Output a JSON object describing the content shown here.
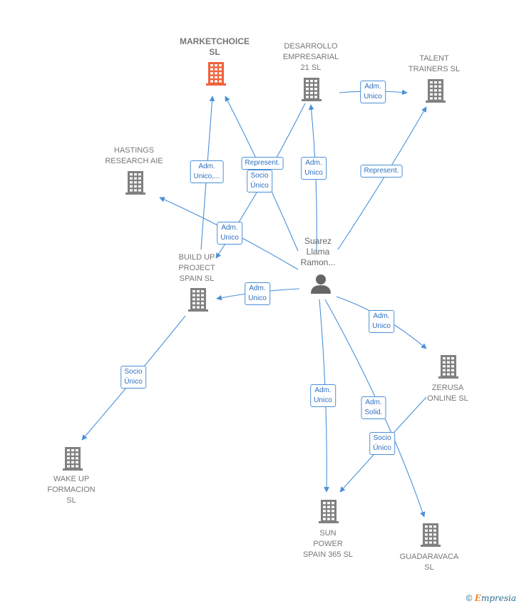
{
  "nodes": {
    "marketchoice": {
      "label": "MARKETCHOICE\nSL",
      "color": "#f0623a"
    },
    "desarrollo": {
      "label": "DESARROLLO\nEMPRESARIAL\n21 SL",
      "color": "#808080"
    },
    "talent": {
      "label": "TALENT\nTRAINERS SL",
      "color": "#808080"
    },
    "hastings": {
      "label": "HASTINGS\nRESEARCH AIE",
      "color": "#808080"
    },
    "buildup": {
      "label": "BUILD UP\nPROJECT\nSPAIN  SL",
      "color": "#808080"
    },
    "wakeup": {
      "label": "WAKE UP\nFORMACION\nSL",
      "color": "#808080"
    },
    "zerusa": {
      "label": "ZERUSA\nONLINE  SL",
      "color": "#808080"
    },
    "sunpower": {
      "label": "SUN\nPOWER\nSPAIN 365  SL",
      "color": "#808080"
    },
    "guadaravaca": {
      "label": "GUADARAVACA\nSL",
      "color": "#808080"
    },
    "person": {
      "label": "Suarez\nLlama\nRamon..."
    }
  },
  "edge_labels": {
    "adm_unico_mc": "Adm.\nUnico,...",
    "represent_mc": "Represent.",
    "socio_unico_bu": "Socio\nÚnico",
    "adm_unico_des": "Adm.\nUnico",
    "adm_unico_talent": "Adm.\nUnico",
    "represent_talent": "Represent.",
    "adm_unico_hastings": "Adm.\nUnico",
    "adm_unico_buildup": "Adm.\nUnico",
    "socio_unico_wakeup": "Socio\nÚnico",
    "adm_unico_zerusa": "Adm.\nUnico",
    "adm_unico_sun": "Adm.\nUnico",
    "adm_solid_guad": "Adm.\nSolid.",
    "socio_unico_sun": "Socio\nÚnico"
  },
  "colors": {
    "edge": "#4a90d9",
    "person": "#666666"
  },
  "footer": {
    "copyright": "©",
    "brand": "mpresia",
    "brand_initial": "E"
  }
}
